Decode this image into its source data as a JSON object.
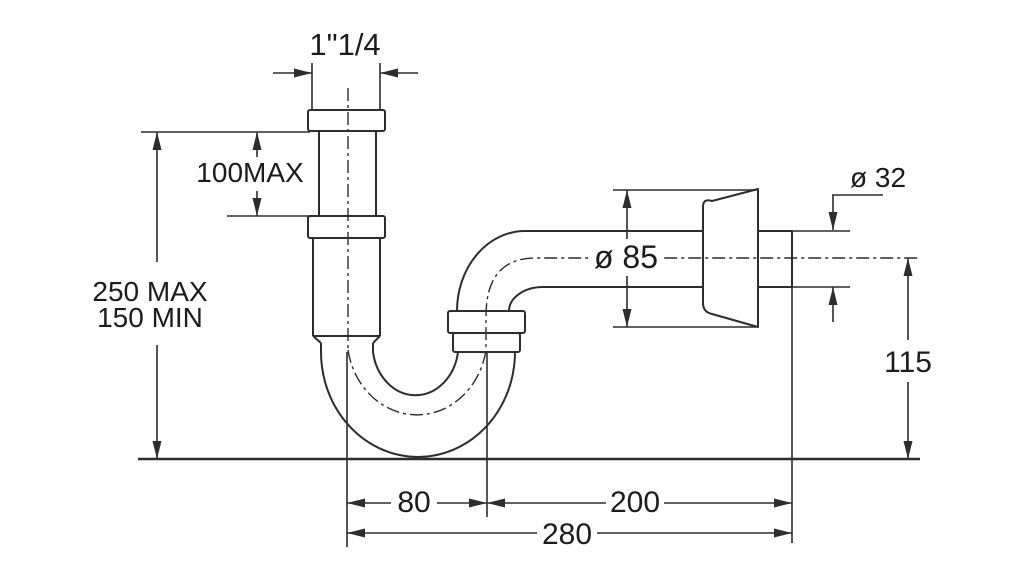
{
  "drawing": {
    "type": "technical-dimension-drawing",
    "subject": "bottle-trap-siphon-side-view",
    "colors": {
      "line": "#2d2d2d",
      "text": "#1c1c1c",
      "background": "#ffffff"
    },
    "dimensions": {
      "inlet_size": "1\"1/4",
      "inlet_adjust": "100MAX",
      "height_max": "250 MAX",
      "height_min": "150 MIN",
      "rosette_diameter": "ø 85",
      "outlet_diameter": "ø 32",
      "outlet_axis_height": "115",
      "trap_center_offset": "80",
      "outlet_projection": "200",
      "overall_depth": "280"
    }
  }
}
